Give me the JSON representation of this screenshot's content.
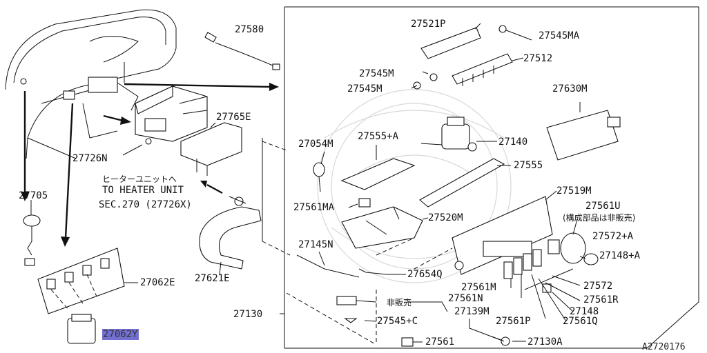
{
  "diagram": {
    "part_labels": {
      "p27580": "27580",
      "p27521P": "27521P",
      "p27545MA_top": "27545MA",
      "p27512": "27512",
      "p27545M_a": "27545M",
      "p27545M_b": "27545M",
      "p27630M": "27630M",
      "p27765E": "27765E",
      "p27726N": "27726N",
      "p27054M": "27054M",
      "p27555A": "27555+A",
      "p27140": "27140",
      "p27555": "27555",
      "p27705": "27705",
      "p27519M": "27519M",
      "p27561MA": "27561MA",
      "p27520M": "27520M",
      "p27561U": "27561U",
      "p27572A": "27572+A",
      "p27145N": "27145N",
      "p27148A": "27148+A",
      "p27062E": "27062E",
      "p27621E": "27621E",
      "p27654Q": "27654Q",
      "p27572": "27572",
      "p27561M": "27561M",
      "p27561N": "27561N",
      "p27561R": "27561R",
      "p27148": "27148",
      "p27130": "27130",
      "p27139M": "27139M",
      "p27561P": "27561P",
      "p27561Q": "27561Q",
      "p27545C": "27545+C",
      "p27062Y": "27062Y",
      "p27561": "27561",
      "p27130A": "27130A"
    },
    "notes": {
      "heater_jp": "ヒーターユニットへ",
      "heater_en": "TO HEATER UNIT",
      "sec": "SEC.270 (27726X)",
      "not_sold": "非販売",
      "component_note": "(構成部品は非販売)"
    },
    "figure_code": "A2720176",
    "highlighted_part": "27062Y"
  }
}
